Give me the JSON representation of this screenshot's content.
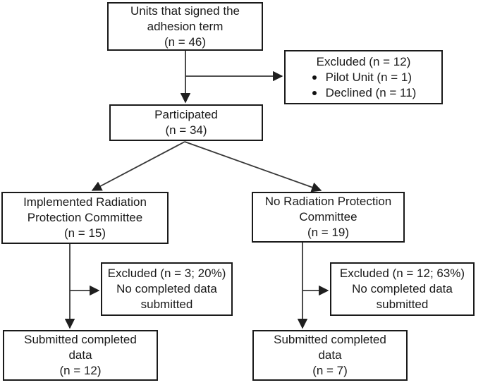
{
  "diagram": {
    "kind": "study-flowchart",
    "background": "#ffffff",
    "colors": {
      "box_border": "#1a1a1a",
      "text": "#1a1a1a",
      "connector": "#383838"
    },
    "boxes": {
      "units": {
        "lines": [
          "Units that signed the",
          "adhesion term",
          "(n = 46)"
        ]
      },
      "excluded_top": {
        "title": "Excluded (n = 12)",
        "bullets": [
          "Pilot Unit (n = 1)",
          "Declined (n = 11)"
        ]
      },
      "participated": {
        "lines": [
          "Participated",
          "(n = 34)"
        ]
      },
      "committee_yes": {
        "lines": [
          "Implemented Radiation",
          "Protection Committee",
          "(n = 15)"
        ]
      },
      "committee_no": {
        "lines": [
          "No Radiation Protection",
          "Committee",
          "(n = 19)"
        ]
      },
      "excluded_left": {
        "lines": [
          "Excluded (n = 3; 20%)",
          "No completed data",
          "submitted"
        ]
      },
      "excluded_right": {
        "lines": [
          "Excluded (n = 12; 63%)",
          "No completed data",
          "submitted"
        ]
      },
      "submitted_left": {
        "lines": [
          "Submitted completed",
          "data",
          "(n = 12)"
        ]
      },
      "submitted_right": {
        "lines": [
          "Submitted completed",
          "data",
          "(n = 7)"
        ]
      }
    }
  }
}
